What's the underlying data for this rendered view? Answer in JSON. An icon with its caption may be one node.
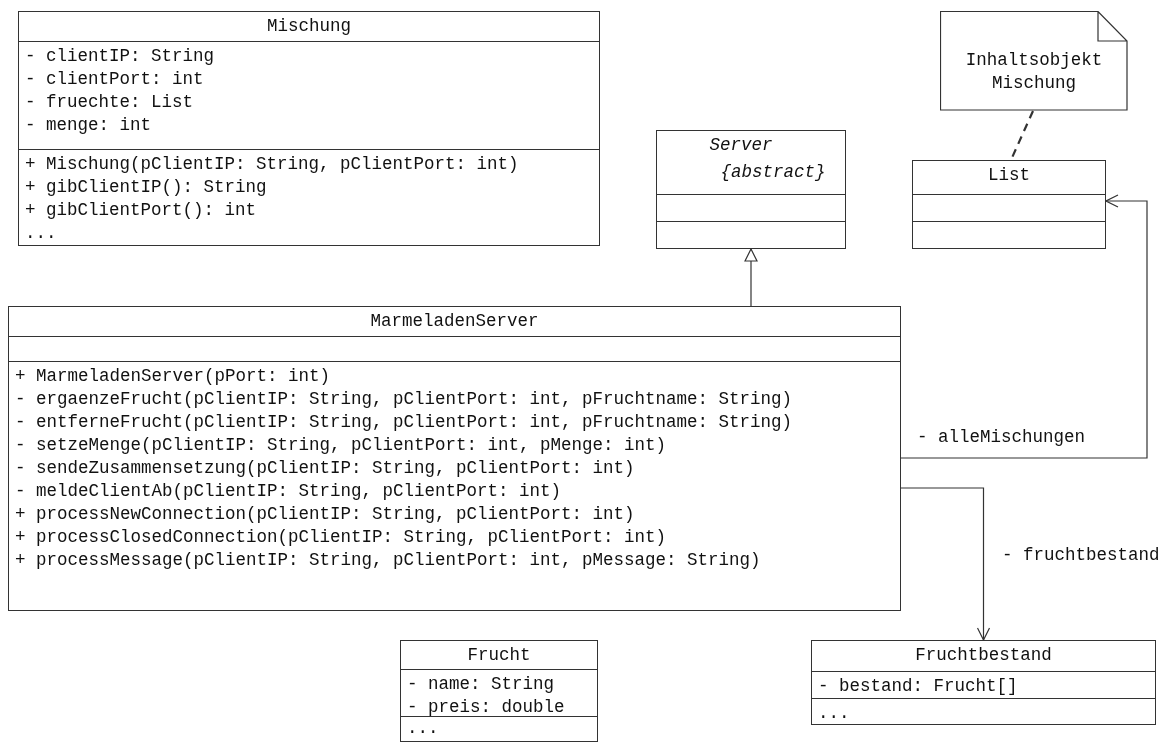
{
  "diagram": {
    "nodes": [
      {
        "text": [
          "Mischung"
        ]
      },
      {
        "text": [
          "- clientIP: String",
          "- clientPort: int",
          "- fruechte: List",
          "- menge: int"
        ],
        "in": 0
      },
      {
        "text": [
          "+ Mischung(pClientIP: String, pClientPort: int)",
          "+ gibClientIP(): String",
          "+ gibClientPort(): int",
          "..."
        ],
        "in": 0
      },
      {
        "text": [
          "Inhaltsobjekt Mischung"
        ]
      },
      {
        "text": [
          "Server",
          "{abstract}"
        ]
      },
      {
        "text": [],
        "shape": "box",
        "in": 4
      },
      {
        "text": [],
        "shape": "box",
        "in": 4
      },
      {
        "text": [
          "List"
        ]
      },
      {
        "text": [],
        "shape": "box",
        "in": 7
      },
      {
        "text": [],
        "shape": "box",
        "in": 7
      },
      {
        "text": [
          "MarmeladenServer"
        ]
      },
      {
        "text": [],
        "shape": "box",
        "in": 10
      },
      {
        "text": [
          "+ MarmeladenServer(pPort: int)",
          "- ergaenzeFrucht(pClientIP: String, pClientPort: int, pFruchtname: String)",
          "- entferneFrucht(pClientIP: String, pClientPort: int, pFruchtname: String)",
          "- setzeMenge(pClientIP: String, pClientPort: int, pMenge: int)",
          "- sendeZusammensetzung(pClientIP: String, pClientPort: int)",
          "- meldeClientAb(pClientIP: String, pClientPort: int)",
          "+ processNewConnection(pClientIP: String, pClientPort: int)",
          "+ processClosedConnection(pClientIP: String, pClientPort: int)",
          "+ processMessage(pClientIP: String, pClientPort: int, pMessage: String)"
        ],
        "in": 10
      },
      {
        "text": [
          "Frucht"
        ]
      },
      {
        "text": [
          "- name: String",
          "- preis: double"
        ],
        "in": 13
      },
      {
        "text": [
          "..."
        ],
        "in": 13
      },
      {
        "text": [
          "Fruchtbestand"
        ]
      },
      {
        "text": [
          "- bestand: Frucht[]"
        ],
        "in": 16
      },
      {
        "text": [
          "..."
        ],
        "in": 16
      }
    ],
    "edges": [
      {
        "from": 10,
        "to": 4,
        "arrow": "to"
      },
      {
        "from": 10,
        "to": 7,
        "arrow": "to",
        "label": "- alleMischungen"
      },
      {
        "from": 10,
        "to": 16,
        "arrow": "to",
        "label": "- fruchtbestand"
      },
      {
        "from": 3,
        "to": 7,
        "arrow": "none",
        "style": "dashed"
      }
    ]
  }
}
